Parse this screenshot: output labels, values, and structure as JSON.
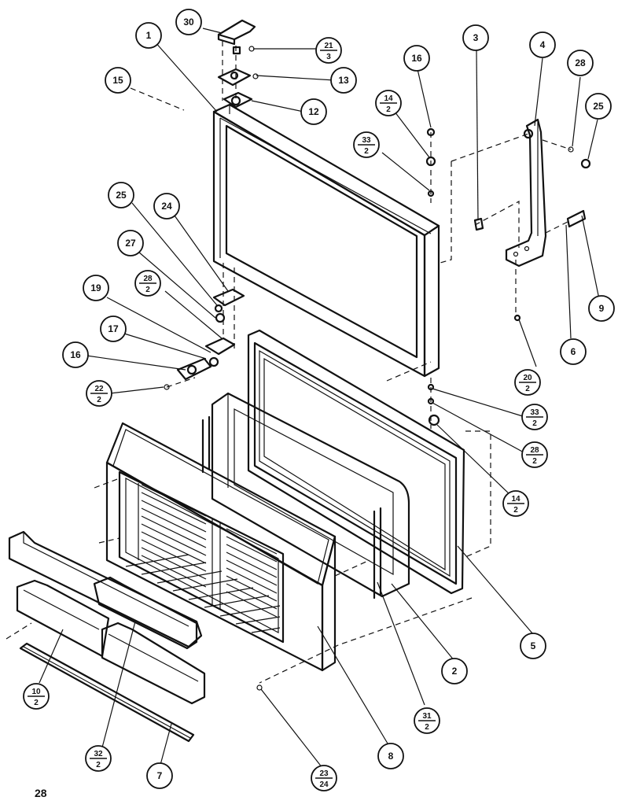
{
  "page_number": "28",
  "callouts": [
    {
      "id": "30",
      "num": "30"
    },
    {
      "id": "1",
      "num": "1"
    },
    {
      "id": "21-3",
      "num": "21",
      "den": "3"
    },
    {
      "id": "13",
      "num": "13"
    },
    {
      "id": "12",
      "num": "12"
    },
    {
      "id": "15",
      "num": "15"
    },
    {
      "id": "16a",
      "num": "16"
    },
    {
      "id": "14-2a",
      "num": "14",
      "den": "2"
    },
    {
      "id": "33-2a",
      "num": "33",
      "den": "2"
    },
    {
      "id": "3",
      "num": "3"
    },
    {
      "id": "4",
      "num": "4"
    },
    {
      "id": "28a",
      "num": "28"
    },
    {
      "id": "25a",
      "num": "25"
    },
    {
      "id": "25b",
      "num": "25"
    },
    {
      "id": "24",
      "num": "24"
    },
    {
      "id": "27",
      "num": "27"
    },
    {
      "id": "28-2a",
      "num": "28",
      "den": "2"
    },
    {
      "id": "19",
      "num": "19"
    },
    {
      "id": "17",
      "num": "17"
    },
    {
      "id": "16b",
      "num": "16"
    },
    {
      "id": "22-2",
      "num": "22",
      "den": "2"
    },
    {
      "id": "9",
      "num": "9"
    },
    {
      "id": "6",
      "num": "6"
    },
    {
      "id": "20-2",
      "num": "20",
      "den": "2"
    },
    {
      "id": "33-2b",
      "num": "33",
      "den": "2"
    },
    {
      "id": "28-2b",
      "num": "28",
      "den": "2"
    },
    {
      "id": "14-2b",
      "num": "14",
      "den": "2"
    },
    {
      "id": "5",
      "num": "5"
    },
    {
      "id": "2",
      "num": "2"
    },
    {
      "id": "31-2",
      "num": "31",
      "den": "2"
    },
    {
      "id": "8",
      "num": "8"
    },
    {
      "id": "23-24",
      "num": "23",
      "den": "24"
    },
    {
      "id": "7",
      "num": "7"
    },
    {
      "id": "32-2",
      "num": "32",
      "den": "2"
    },
    {
      "id": "10-2",
      "num": "10",
      "den": "2"
    }
  ]
}
